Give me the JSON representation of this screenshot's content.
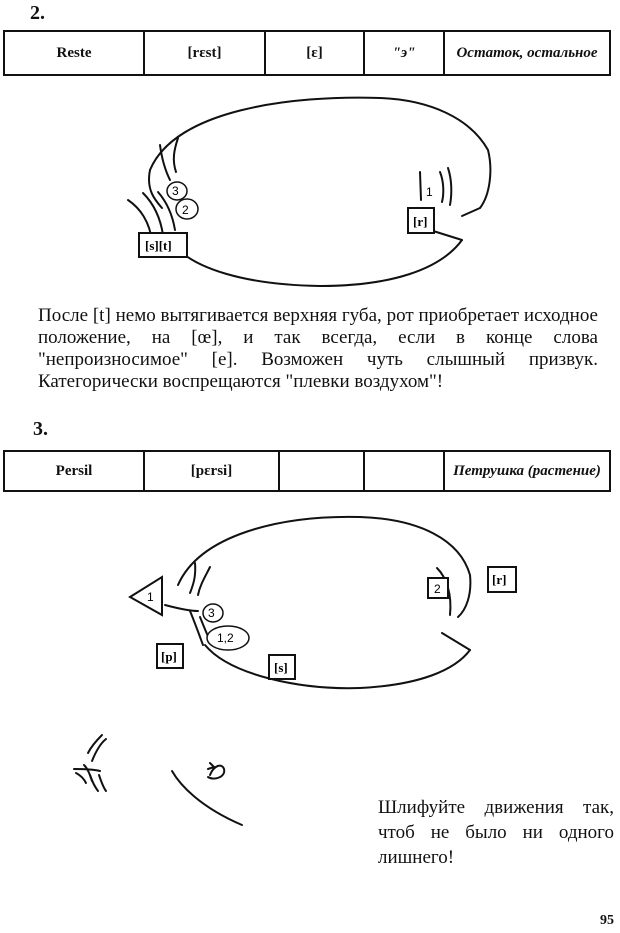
{
  "section2": {
    "number": "2.",
    "table": [
      "Reste",
      "[rɛst]",
      "[ɛ]",
      "\"э\"",
      "Остаток, остальное"
    ],
    "labels": {
      "st": "[s][t]",
      "r": "[r]"
    },
    "marks": {
      "one": "1",
      "two": "2",
      "three": "3"
    },
    "paragraph": "После [t] немо вытягивается верхняя губа, рот приобретает исходное положение, на [œ], и так всегда, если в конце слова \"непроизносимое\" [e]. Возможен чуть слышный призвук. Категорически воспрещаются \"плевки воздухом\"!"
  },
  "section3": {
    "number": "3.",
    "table": [
      "Persil",
      "[pɛrsi]",
      "",
      "",
      "Петрушка (растение)"
    ],
    "labels": {
      "p": "[p]",
      "s": "[s]",
      "r": "[r]"
    },
    "marks": {
      "one": "1",
      "two": "2",
      "three": "3",
      "onetwo": "1,2"
    },
    "paragraph": "Шлифуйте движения так, чтоб не было ни одного лишнего!"
  },
  "page_number": "95"
}
